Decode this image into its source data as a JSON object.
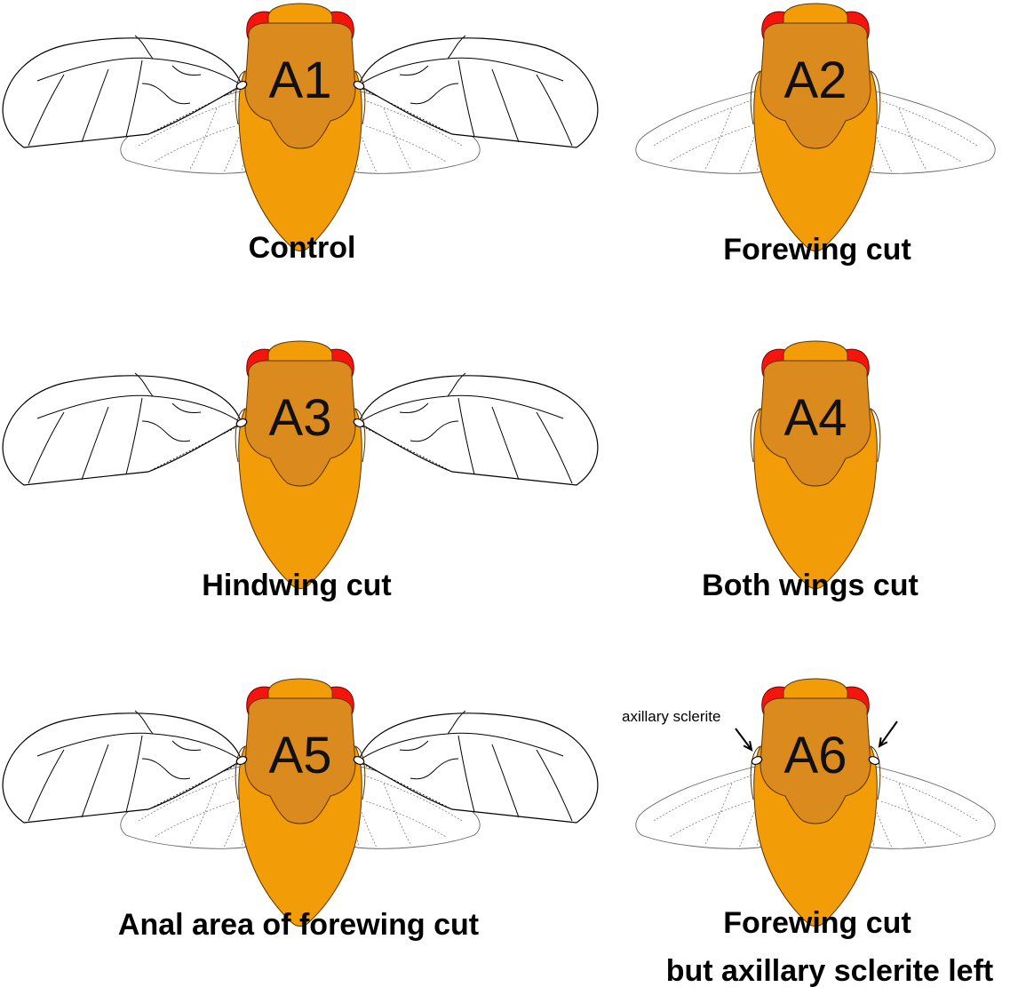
{
  "colors": {
    "body": "#F29C07",
    "thorax": "#DB8A1E",
    "eyes": "#F5150C",
    "outline": "#5a3300",
    "wing_line": "#000000"
  },
  "panels": [
    {
      "code": "A1",
      "caption": [
        "Control"
      ],
      "forewing": true,
      "hindwing": true,
      "sclerite": true
    },
    {
      "code": "A2",
      "caption": [
        "Forewing cut"
      ],
      "forewing": false,
      "hindwing": true,
      "sclerite": false
    },
    {
      "code": "A3",
      "caption": [
        "Hindwing cut"
      ],
      "forewing": true,
      "hindwing": false,
      "sclerite": true
    },
    {
      "code": "A4",
      "caption": [
        "Both wings cut"
      ],
      "forewing": false,
      "hindwing": false,
      "sclerite": false
    },
    {
      "code": "A5",
      "caption": [
        "Anal area of forewing cut"
      ],
      "forewing": "anal-cut",
      "hindwing": true,
      "sclerite": true
    },
    {
      "code": "A6",
      "caption": [
        "Forewing cut",
        "but axillary sclerite left"
      ],
      "forewing": false,
      "hindwing": true,
      "sclerite": true,
      "annotation": "axillary sclerite"
    }
  ]
}
